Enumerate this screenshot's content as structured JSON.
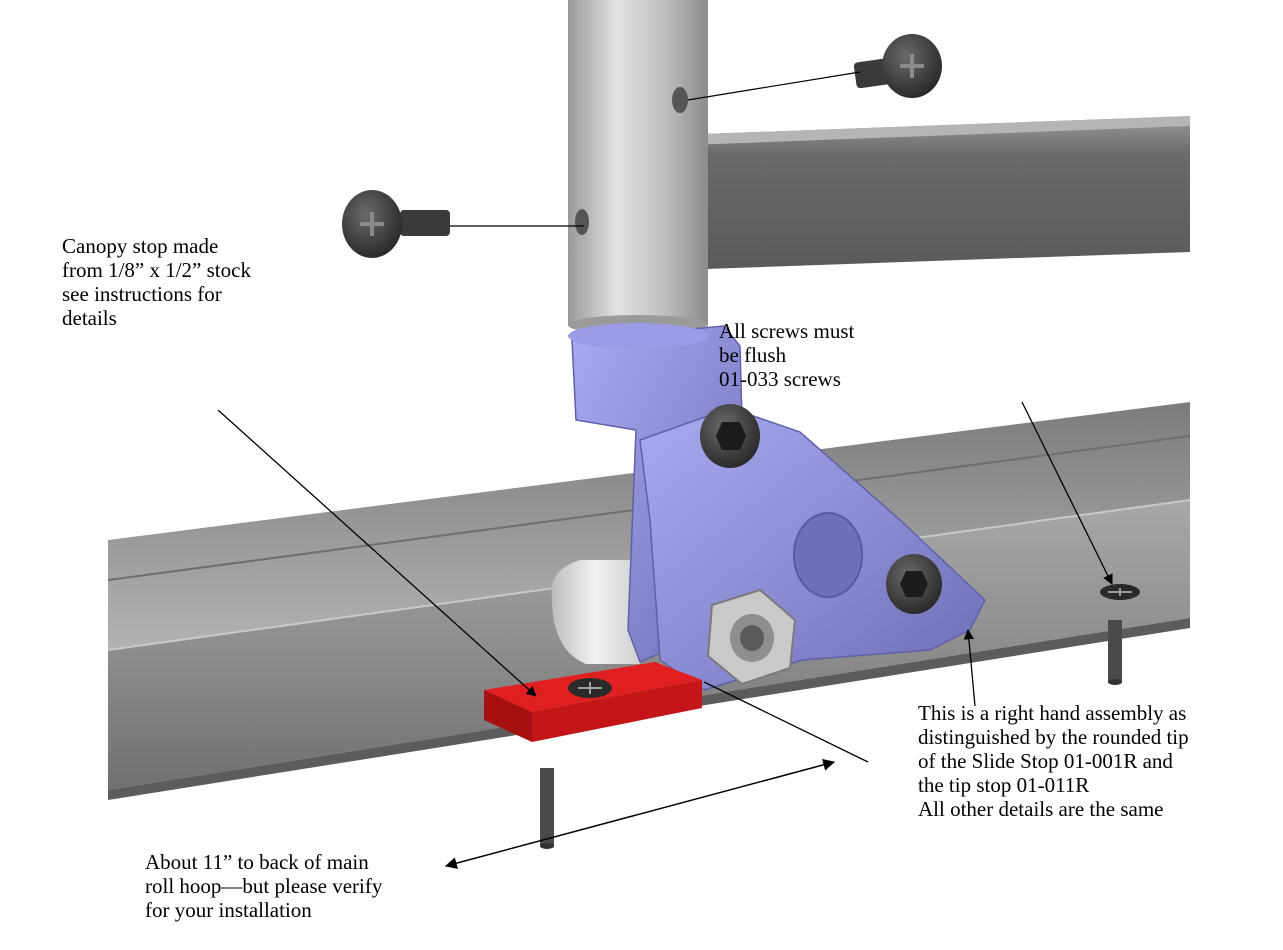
{
  "annotations": {
    "canopy_stop": {
      "lines": [
        "Canopy stop made",
        "from 1/8” x 1/2” stock",
        "see instructions for",
        "details"
      ]
    },
    "screws": {
      "lines": [
        "All screws must",
        "be flush",
        "01-033 screws"
      ]
    },
    "right_hand": {
      "lines": [
        "This is a right hand assembly as",
        "distinguished by the rounded tip",
        "of the Slide Stop 01-001R and",
        "the tip stop 01-011R",
        "All other details are the same"
      ]
    },
    "distance": {
      "lines": [
        "About 11” to back of main",
        "roll hoop—but please verify",
        "for your installation"
      ]
    }
  },
  "colors": {
    "rail": "#8a8a8a",
    "tube": "#b8b8b8",
    "crossbar": "#7a7a7a",
    "bracket": "#8f8fd4",
    "canopy_stop": "#d01818",
    "screw": "#3a3a3a"
  }
}
